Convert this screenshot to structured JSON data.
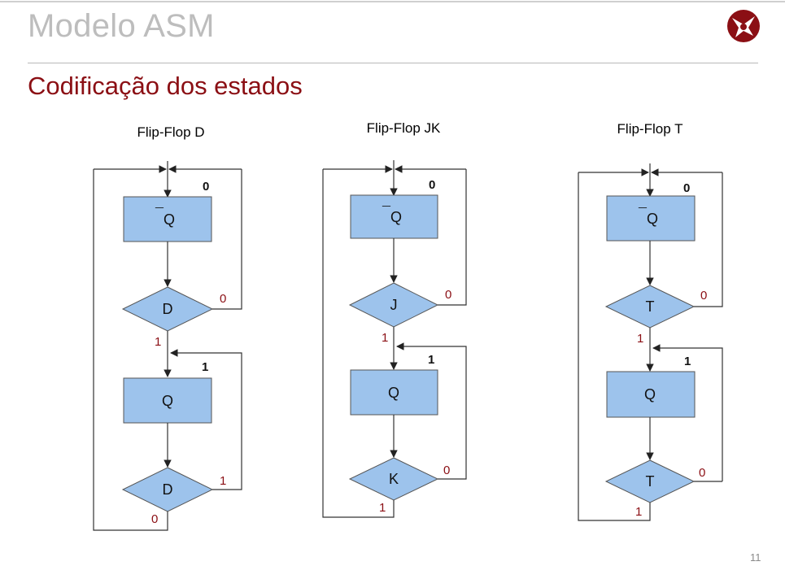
{
  "slide": {
    "title": "Modelo ASM",
    "subtitle": "Codificação dos estados",
    "page_number": "11"
  },
  "colors": {
    "accent": "#8b0f14",
    "box_fill": "#9dc3ec"
  },
  "diagrams": [
    {
      "title": "Flip-Flop D",
      "state_top": "Q",
      "state_top_bar": "¯",
      "cond1": "D",
      "state_bottom": "Q",
      "cond2": "D",
      "code_top": "0",
      "code_bottom": "1",
      "cond1_false": "0",
      "cond1_true": "1",
      "cond2_right": "1",
      "cond2_bottom": "0"
    },
    {
      "title": "Flip-Flop JK",
      "state_top": "Q",
      "state_top_bar": "¯",
      "cond1": "J",
      "state_bottom": "Q",
      "cond2": "K",
      "code_top": "0",
      "code_bottom": "1",
      "cond1_false": "0",
      "cond1_true": "1",
      "cond2_right": "0",
      "cond2_bottom": "1"
    },
    {
      "title": "Flip-Flop T",
      "state_top": "Q",
      "state_top_bar": "¯",
      "cond1": "T",
      "state_bottom": "Q",
      "cond2": "T",
      "code_top": "0",
      "code_bottom": "1",
      "cond1_false": "0",
      "cond1_true": "1",
      "cond2_right": "0",
      "cond2_bottom": "1"
    }
  ]
}
